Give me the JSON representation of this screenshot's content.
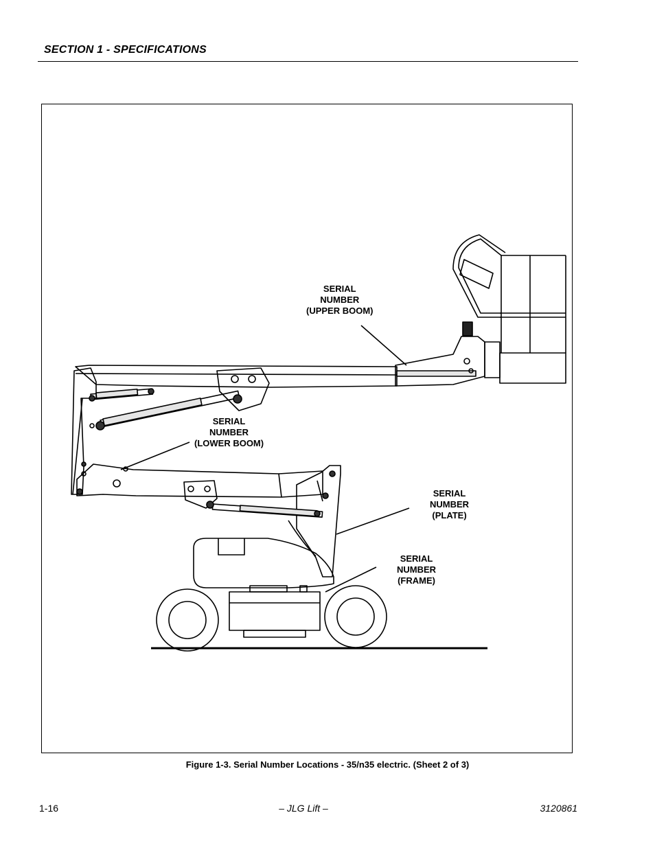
{
  "header": {
    "section_title": "SECTION 1 - SPECIFICATIONS"
  },
  "figure": {
    "callouts": {
      "upper_boom": [
        "SERIAL",
        "NUMBER",
        "(UPPER BOOM)"
      ],
      "lower_boom": [
        "SERIAL",
        "NUMBER",
        "(LOWER BOOM)"
      ],
      "plate": [
        "SERIAL",
        "NUMBER",
        "(PLATE)"
      ],
      "frame": [
        "SERIAL",
        "NUMBER",
        "(FRAME)"
      ]
    },
    "caption": "Figure 1-3. Serial Number Locations - 35/n35 electric. (Sheet 2 of 3)"
  },
  "footer": {
    "page_number": "1-16",
    "center": "– JLG Lift –",
    "doc_number": "3120861"
  }
}
